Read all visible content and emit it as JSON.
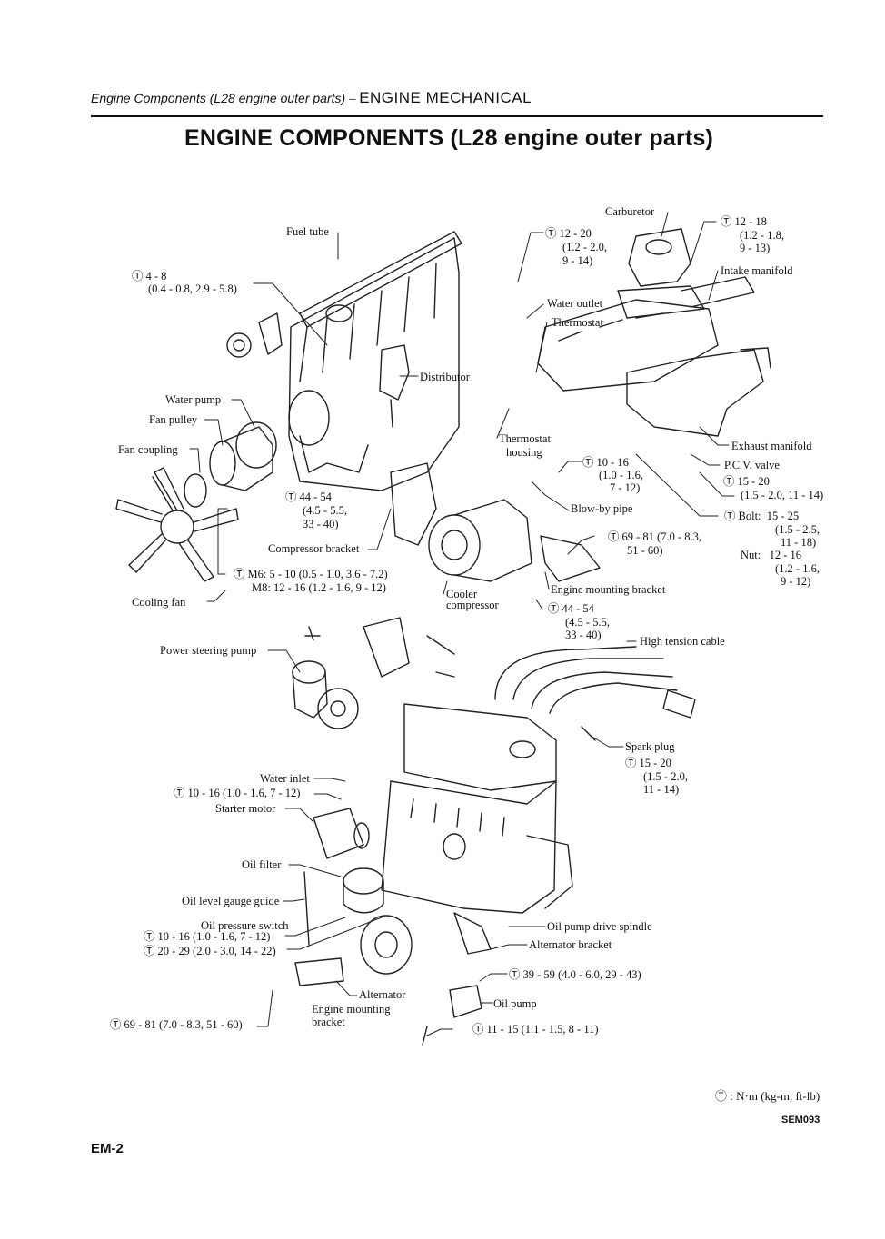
{
  "header": {
    "section": "Engine Components (L28 engine outer parts)",
    "separator": " – ",
    "chapter": "ENGINE MECHANICAL"
  },
  "title": "ENGINE COMPONENTS (L28 engine outer parts)",
  "labels": {
    "fuel_tube": "Fuel tube",
    "torque_4_8": "4 - 8",
    "torque_4_8_b": "(0.4 - 0.8, 2.9 - 5.8)",
    "carburetor": "Carburetor",
    "torque_12_20": "12 - 20",
    "torque_12_20_b": "(1.2 - 2.0,",
    "torque_12_20_c": "9 - 14)",
    "torque_12_18": "12 - 18",
    "torque_12_18_b": "(1.2 - 1.8,",
    "torque_12_18_c": "9 - 13)",
    "intake_manifold": "Intake manifold",
    "water_outlet": "Water outlet",
    "thermostat": "Thermostat",
    "distributor": "Distributor",
    "water_pump": "Water pump",
    "fan_pulley": "Fan pulley",
    "fan_coupling": "Fan coupling",
    "thermostat_housing": "Thermostat",
    "thermostat_housing_b": "housing",
    "torque_10_16": "10 - 16",
    "torque_10_16_b": "(1.0 - 1.6,",
    "torque_10_16_c": "7 - 12)",
    "exhaust_manifold": "Exhaust manifold",
    "pcv_valve": "P.C.V. valve",
    "torque_15_20": "15 - 20",
    "torque_15_20_b": "(1.5 - 2.0, 11 - 14)",
    "blowby_pipe": "Blow-by pipe",
    "torque_44_54": "44 - 54",
    "torque_44_54_b": "(4.5 - 5.5,",
    "torque_44_54_c": "33 - 40)",
    "bolt": "Bolt:  15 - 25",
    "bolt_b": "(1.5 - 2.5,",
    "bolt_c": "11 - 18)",
    "nut": "Nut:   12 - 16",
    "nut_b": "(1.2 - 1.6,",
    "nut_c": "9 - 12)",
    "torque_69_81": "69 - 81 (7.0 - 8.3,",
    "torque_69_81_b": "51 - 60)",
    "compressor_bracket": "Compressor bracket",
    "m6": "M6: 5 - 10 (0.5 - 1.0, 3.6 - 7.2)",
    "m8": "M8: 12 - 16 (1.2 - 1.6, 9 - 12)",
    "engine_mounting_bracket": "Engine mounting bracket",
    "cooling_fan": "Cooling fan",
    "cooler_compressor": "Cooler",
    "cooler_compressor_b": "compressor",
    "torque_44_54_2": "44 - 54",
    "torque_44_54_2_b": "(4.5 - 5.5,",
    "torque_44_54_2_c": "33 - 40)",
    "power_steering_pump": "Power steering pump",
    "high_tension_cable": "High tension cable",
    "spark_plug": "Spark plug",
    "torque_15_20_2": "15 - 20",
    "torque_15_20_2_b": "(1.5 - 2.0,",
    "torque_15_20_2_c": "11 - 14)",
    "water_inlet": "Water inlet",
    "torque_10_16_2": "10 - 16 (1.0 - 1.6, 7 - 12)",
    "starter_motor": "Starter motor",
    "oil_filter": "Oil filter",
    "oil_level_gauge_guide": "Oil level gauge guide",
    "oil_pressure_switch": "Oil pressure switch",
    "torque_10_16_3": "10 - 16 (1.0 - 1.6, 7 - 12)",
    "torque_20_29": "20 - 29 (2.0 - 3.0, 14 - 22)",
    "oil_pump_drive_spindle": "Oil pump drive spindle",
    "alternator_bracket": "Alternator bracket",
    "torque_39_59": "39 - 59 (4.0 - 6.0, 29 - 43)",
    "alternator": "Alternator",
    "engine_mounting_bracket_2": "Engine mounting",
    "engine_mounting_bracket_2_b": "bracket",
    "oil_pump": "Oil pump",
    "torque_69_81_2": "69 - 81 (7.0 - 8.3, 51 - 60)",
    "torque_11_15": "11 - 15 (1.1 - 1.5, 8 - 11)"
  },
  "legend": "N·m (kg-m, ft-lb)",
  "figure_code": "SEM093",
  "page_number": "EM-2"
}
